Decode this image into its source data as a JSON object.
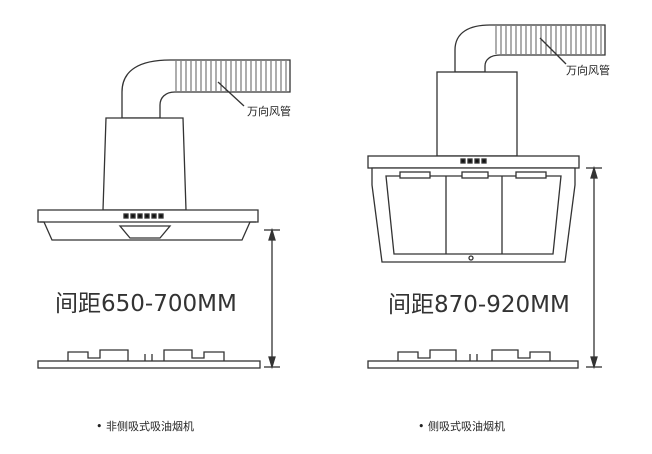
{
  "left_hood": {
    "duct_label": "万向风管",
    "distance_label": "间距650-700MM",
    "caption": "• 非侧吸式吸油烟机"
  },
  "right_hood": {
    "duct_label": "万向风管",
    "distance_label": "间距870-920MM",
    "caption": "• 侧吸式吸油烟机"
  },
  "colors": {
    "line": "#333333",
    "accent": "#111111"
  }
}
